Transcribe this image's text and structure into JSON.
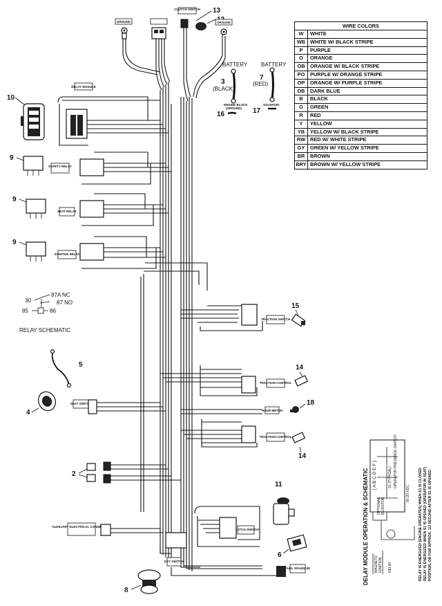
{
  "legend": {
    "title": "WIRE COLORS",
    "rows": [
      {
        "code": "W",
        "name": "WHITE"
      },
      {
        "code": "WB",
        "name": "WHITE W/ BLACK STRIPE"
      },
      {
        "code": "P",
        "name": "PURPLE"
      },
      {
        "code": "O",
        "name": "ORANGE"
      },
      {
        "code": "OB",
        "name": "ORANGE W/ BLACK STRIPE"
      },
      {
        "code": "PO",
        "name": "PURPLE W/ ORANGE STRIPE"
      },
      {
        "code": "OP",
        "name": "ORANGE W/ PURPLE STRIPE"
      },
      {
        "code": "DB",
        "name": "DARK BLUE"
      },
      {
        "code": "B",
        "name": "BLACK"
      },
      {
        "code": "G",
        "name": "GREEN"
      },
      {
        "code": "R",
        "name": "RED"
      },
      {
        "code": "Y",
        "name": "YELLOW"
      },
      {
        "code": "YB",
        "name": "YELLOW W/ BLACK STRIPE"
      },
      {
        "code": "RW",
        "name": "RED W/ WHITE STRIPE"
      },
      {
        "code": "GY",
        "name": "GREEN W/ YELLOW STRIPE"
      },
      {
        "code": "BR",
        "name": "BROWN"
      },
      {
        "code": "BRY",
        "name": "BROWN W/ YELLOW STRIPE"
      }
    ]
  },
  "callouts": {
    "c2": "2",
    "c3": "3",
    "c4": "4",
    "c5": "5",
    "c6": "6",
    "c7": "7",
    "c8": "8",
    "c9a": "9",
    "c9b": "9",
    "c9c": "9",
    "c10": "10",
    "c11": "11",
    "c12": "12",
    "c13": "13",
    "c14a": "14",
    "c14b": "14",
    "c15": "15",
    "c16": "16",
    "c17": "17",
    "c18": "18"
  },
  "battery": {
    "battery_left": "BATTERY",
    "battery_right": "BATTERY",
    "black": "(BLACK)",
    "red": "(RED)",
    "engine_block_1": "ENGINE BLOCK",
    "engine_block_2": "(GROUND)",
    "solenoid": "SOLENOID"
  },
  "relay_schematic": {
    "title": "RELAY SCHEMATIC",
    "t30": "30",
    "t87a": "87A NC",
    "t87": "87 NO",
    "t85": "85",
    "t86": "86"
  },
  "delay_module": {
    "title": "DELAY MODULE OPERATION & SCHEMATIC",
    "terminals": "[ A B C D E F ]",
    "note_1": "RELAY IS ENERGIZED (ENGINE OPERATES) WHEN S1 IS CLOSED",
    "note_2": "RELAY IS ENERGIZED WHEN S1 IS OPENED (OPERATOR IN SEAT)",
    "note_3": "POSITION, OR FOR APPROX. 1/2 SECOND AFTER S1 IS OPENED.",
    "voltage": "9V-20 VDC",
    "s1": "S1 (TYPICAL)",
    "operator": "OPERATOR PRESENCE SWITCH",
    "optional_1": "OPTIONAL",
    "optional_2": "RESISTOR",
    "magneto": "MAGNETO",
    "ignition": "IGNITION",
    "relay": "RELAY"
  },
  "tags": {
    "ground": "GROUND",
    "clutch_switch_top": "CLUTCH SWITCH",
    "ground2": "GROUND",
    "delay_module": "DELAY MODULE",
    "seat_relay": "SEAT RELAY",
    "safety_relay": "SAFETY RELAY",
    "starter_relay": "STARTER RELAY",
    "traction_switch": "TRACTION SWITCH",
    "traction_control_1": "TRACTION CONTROL",
    "traction_control_2": "TRACTION CONTROL",
    "hour_meter": "HOUR METER",
    "seat_switch": "SEAT SWITCH",
    "aux_connector": "AUXILIARY ELECTRICAL CONNECTION",
    "clutch_switch_bottom": "CLUTCH SWITCH",
    "key_switch": "KEY SWITCH",
    "fuel_solenoid": "FUEL SOLENOID"
  }
}
